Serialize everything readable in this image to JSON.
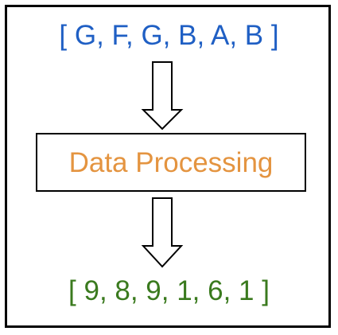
{
  "input": {
    "text": "[ G, F, G, B, A, B ]",
    "color": "#1f5fc4"
  },
  "process": {
    "label": "Data Processing",
    "color": "#e49440"
  },
  "output": {
    "text": "[ 9, 8, 9, 1, 6, 1 ]",
    "color": "#3a7a1e"
  }
}
